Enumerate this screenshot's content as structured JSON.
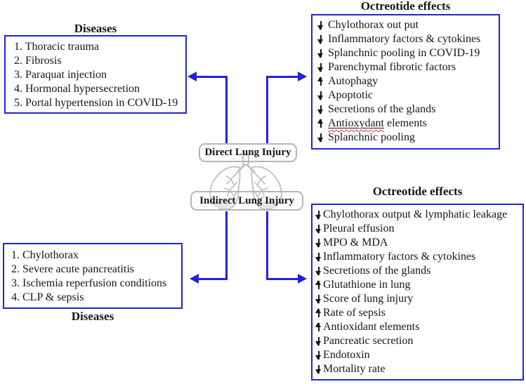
{
  "colors": {
    "box_border_blue": "#2222dd",
    "arrow_blue": "#2222dd",
    "text_black": "#151515",
    "label_box_border_gray": "#b5b5b5",
    "lung_watermark_gray": "#c3c3c3",
    "misspell_red": "#dd3333"
  },
  "top_left": {
    "title": "Diseases",
    "items": [
      "1. Thoracic trauma",
      "2. Fibrosis",
      "3. Paraquat injection",
      "4. Hormonal hypersecretion",
      "5. Portal hypertension in COVID-19"
    ]
  },
  "top_right": {
    "title": "Octreotide effects",
    "items": [
      {
        "dir": "down",
        "text": "Chylothorax out put"
      },
      {
        "dir": "down",
        "text": "Inflammatory factors & cytokines"
      },
      {
        "dir": "down",
        "text": "Splanchnic pooling in COVID-19"
      },
      {
        "dir": "down",
        "text": "Parenchymal fibrotic factors"
      },
      {
        "dir": "up",
        "text": "Autophagy"
      },
      {
        "dir": "down",
        "text": "Apoptotic"
      },
      {
        "dir": "down",
        "text": "Secretions of the glands"
      },
      {
        "dir": "up",
        "text": "Antioxydant elements",
        "misspelled_word": "Antioxydant"
      },
      {
        "dir": "down",
        "text": "Splanchnic pooling"
      }
    ]
  },
  "center": {
    "direct_label": "Direct Lung Injury",
    "indirect_label": "Indirect Lung Injury",
    "watermark_icon": "lungs-icon"
  },
  "bottom_left": {
    "title": "Diseases",
    "items": [
      "1. Chylothorax",
      "2. Severe acute pancreatitis",
      "3. Ischemia reperfusion conditions",
      "4. CLP & sepsis"
    ]
  },
  "bottom_right": {
    "title": "Octreotide effects",
    "items": [
      {
        "dir": "down",
        "text": "Chylothorax output & lymphatic leakage"
      },
      {
        "dir": "down",
        "text": "Pleural effusion"
      },
      {
        "dir": "down",
        "text": "MPO & MDA"
      },
      {
        "dir": "down",
        "text": "Inflammatory factors & cytokines"
      },
      {
        "dir": "down",
        "text": "Secretions of the glands"
      },
      {
        "dir": "up",
        "text": "Glutathione in lung"
      },
      {
        "dir": "down",
        "text": "Score of lung injury"
      },
      {
        "dir": "up",
        "text": "Rate of sepsis"
      },
      {
        "dir": "up",
        "text": "Antioxidant elements"
      },
      {
        "dir": "down",
        "text": "Pancreatic secretion"
      },
      {
        "dir": "down",
        "text": "Endotoxin"
      },
      {
        "dir": "down",
        "text": "Mortality rate"
      }
    ]
  }
}
